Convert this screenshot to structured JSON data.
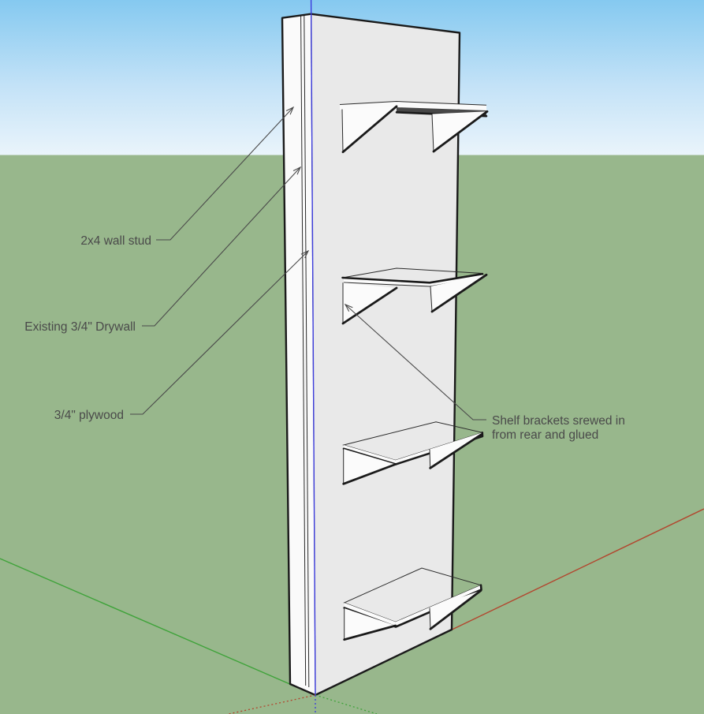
{
  "scene": {
    "colors": {
      "sky_top": "#85C9F0",
      "sky_mid": "#C3E2F7",
      "sky_horizon": "#EAF4FB",
      "ground": "#98B78C",
      "panel_face": "#E9E9E9",
      "panel_side": "#FAFAFA",
      "shelf_top": "#8A8A8A",
      "shelf_underside": "#474747",
      "bracket_face": "#FBFBFB",
      "edge": "#1A1A1A",
      "axis_red": "#B2462E",
      "axis_green": "#3FA33A",
      "axis_blue": "#3B3BDC",
      "annotation_text": "#4A4A4A"
    }
  },
  "annotations": {
    "wall_stud": {
      "label": "2x4 wall stud"
    },
    "drywall": {
      "label": "Existing 3/4\" Drywall"
    },
    "plywood": {
      "label": "3/4\" plywood"
    },
    "brackets": {
      "label_line1": "Shelf brackets srewed in",
      "label_line2": "from rear and glued"
    }
  }
}
